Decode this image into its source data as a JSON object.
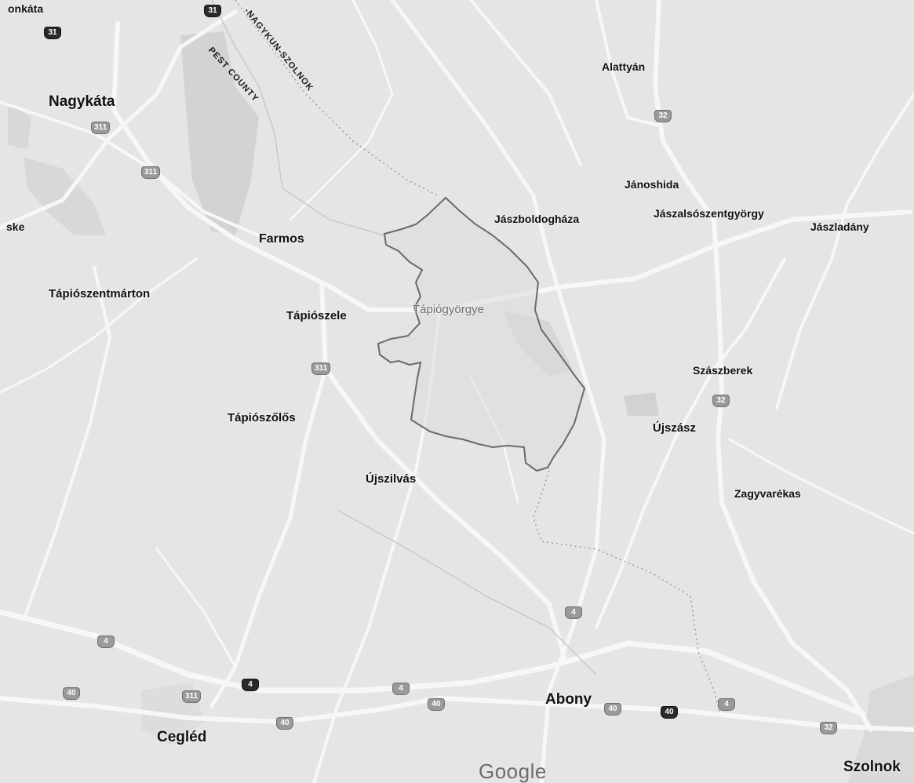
{
  "map": {
    "places": {
      "onkata": "onkáta",
      "nagykata": "Nagykáta",
      "alattyan": "Alattyán",
      "sske": "ske",
      "farmos": "Farmos",
      "janoshida": "Jánoshida",
      "jaszboldoghaza": "Jászboldogháza",
      "jaszalsoszentgyorgy": "Jászalsószentgyörgy",
      "jaszladany": "Jászladány",
      "tapioszentmarton": "Tápiószentmárton",
      "tapioszele": "Tápiószele",
      "tapiogyorgye": "Tápiógyörgye",
      "szaszberek": "Szászberek",
      "tapioszolos": "Tápiószőlős",
      "ujszasz": "Újszász",
      "ujszilvas": "Újszilvás",
      "zagyvarekas": "Zagyvarékas",
      "abony": "Abony",
      "cegled": "Cegléd",
      "szolnok": "Szolnok"
    },
    "regions": {
      "pest_county": "PEST COUNTY",
      "jnsz": "-NAGYKUN-SZOLNOK"
    },
    "route_shields": {
      "r31_top": "31",
      "r31_left": "31",
      "r311_a": "311",
      "r311_b": "311",
      "r311_c": "311",
      "r311_d": "311",
      "r32_a": "32",
      "r32_b": "32",
      "r32_c": "32",
      "r4_a": "4",
      "r4_b": "4",
      "r4_c": "4",
      "r4_d": "4",
      "r4_e": "4",
      "r40_a": "40",
      "r40_b": "40",
      "r40_c": "40",
      "r40_d": "40",
      "r40_e": "40"
    },
    "attribution": "Google",
    "highlighted_area": "Tápiógyörgye",
    "colors": {
      "land": "#e5e5e5",
      "road": "#f7f7f7",
      "boundary": "#6a6a6a",
      "water": "#cfcfcf",
      "label": "#111111"
    }
  }
}
